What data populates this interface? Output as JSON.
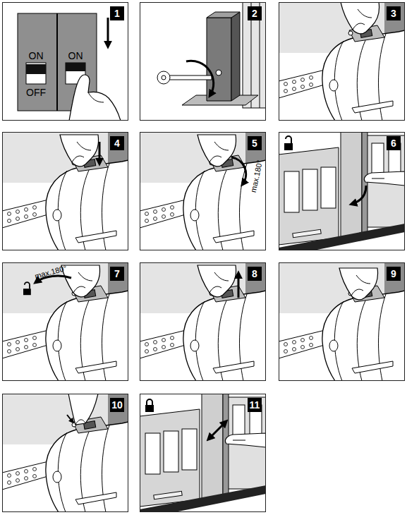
{
  "diagram": {
    "nodes": [
      {
        "text": [
          "1"
        ]
      },
      {
        "text": [
          "2"
        ]
      },
      {
        "text": [
          "3"
        ]
      },
      {
        "text": [
          "4"
        ]
      },
      {
        "text": [
          "5"
        ]
      },
      {
        "text": [
          "6"
        ]
      },
      {
        "text": [
          "7"
        ]
      },
      {
        "text": [
          "8"
        ]
      },
      {
        "text": [
          "9"
        ]
      },
      {
        "text": [
          "10"
        ]
      },
      {
        "text": [
          "11"
        ]
      }
    ],
    "labels": [
      "ON",
      "ON",
      "OFF",
      "max.180°",
      "max.180°"
    ]
  }
}
